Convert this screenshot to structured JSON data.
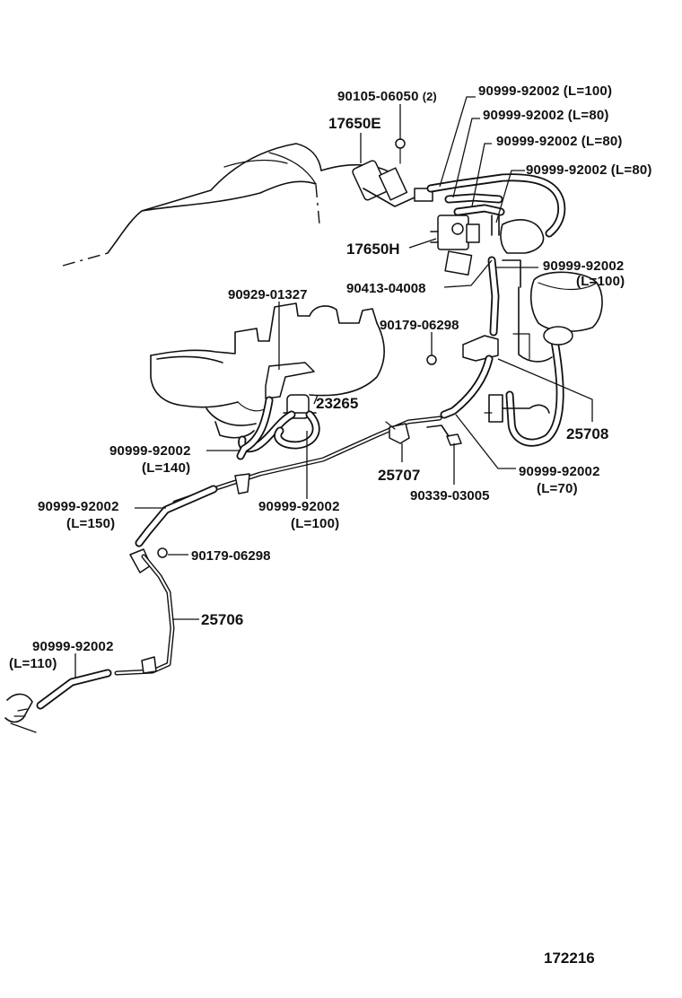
{
  "callouts": [
    {
      "part": "90105-06050",
      "qty": "(2)"
    },
    {
      "part": "17650E"
    },
    {
      "part": "90999-92002",
      "length": "(L=100)"
    },
    {
      "part": "90999-92002",
      "length": "(L=80)"
    },
    {
      "part": "90999-92002",
      "length": "(L=80)"
    },
    {
      "part": "90999-92002",
      "length": "(L=80)"
    },
    {
      "part": "17650H"
    },
    {
      "part": "90999-92002",
      "length": "(L=100)"
    },
    {
      "part": "90413-04008"
    },
    {
      "part": "90929-01327"
    },
    {
      "part": "90179-06298"
    },
    {
      "part": "23265"
    },
    {
      "part": "25708"
    },
    {
      "part": "90999-92002",
      "length": "(L=140)"
    },
    {
      "part": "25707"
    },
    {
      "part": "90999-92002",
      "length": "(L=70)"
    },
    {
      "part": "90339-03005"
    },
    {
      "part": "90999-92002",
      "length": "(L=150)"
    },
    {
      "part": "90999-92002",
      "length": "(L=100)"
    },
    {
      "part": "90179-06298"
    },
    {
      "part": "25706"
    },
    {
      "part": "90999-92002",
      "length": "(L=110)"
    }
  ],
  "illustration_id": "172216",
  "colors": {
    "ink": "#111111",
    "paper": "#ffffff"
  }
}
